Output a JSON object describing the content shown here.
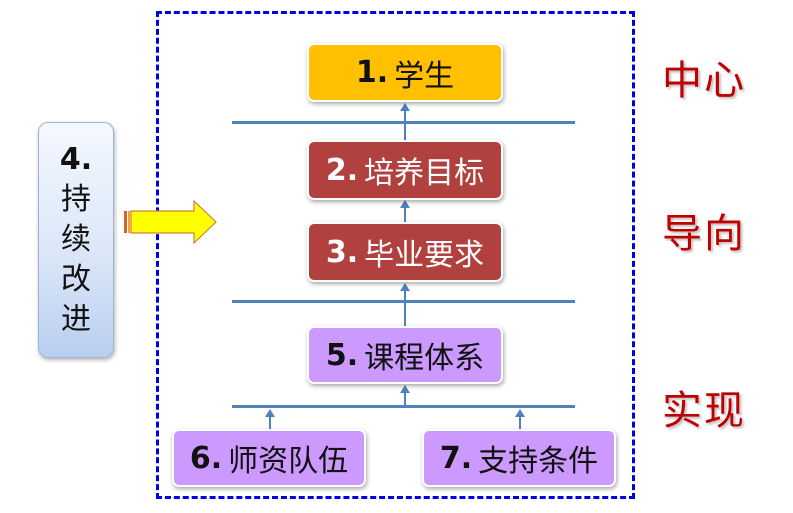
{
  "diagram": {
    "boxes": {
      "b1": {
        "num": "1.",
        "text": "学生",
        "color": "#ffc000"
      },
      "b2": {
        "num": "2.",
        "text": "培养目标",
        "color": "#b0413e"
      },
      "b3": {
        "num": "3.",
        "text": "毕业要求",
        "color": "#b0413e"
      },
      "b5": {
        "num": "5.",
        "text": "课程体系",
        "color": "#cc99ff"
      },
      "b6": {
        "num": "6.",
        "text": "师资队伍",
        "color": "#cc99ff"
      },
      "b7": {
        "num": "7.",
        "text": "支持条件",
        "color": "#cc99ff"
      }
    },
    "side_box": {
      "num": "4.",
      "chars": [
        "持",
        "续",
        "改",
        "进"
      ]
    },
    "side_labels": {
      "center": "中心",
      "guide": "导向",
      "realize": "实现"
    },
    "colors": {
      "frame": "#0000e6",
      "connector": "#4f81bd",
      "label": "#c00000",
      "arrow": "#ffff00"
    }
  }
}
